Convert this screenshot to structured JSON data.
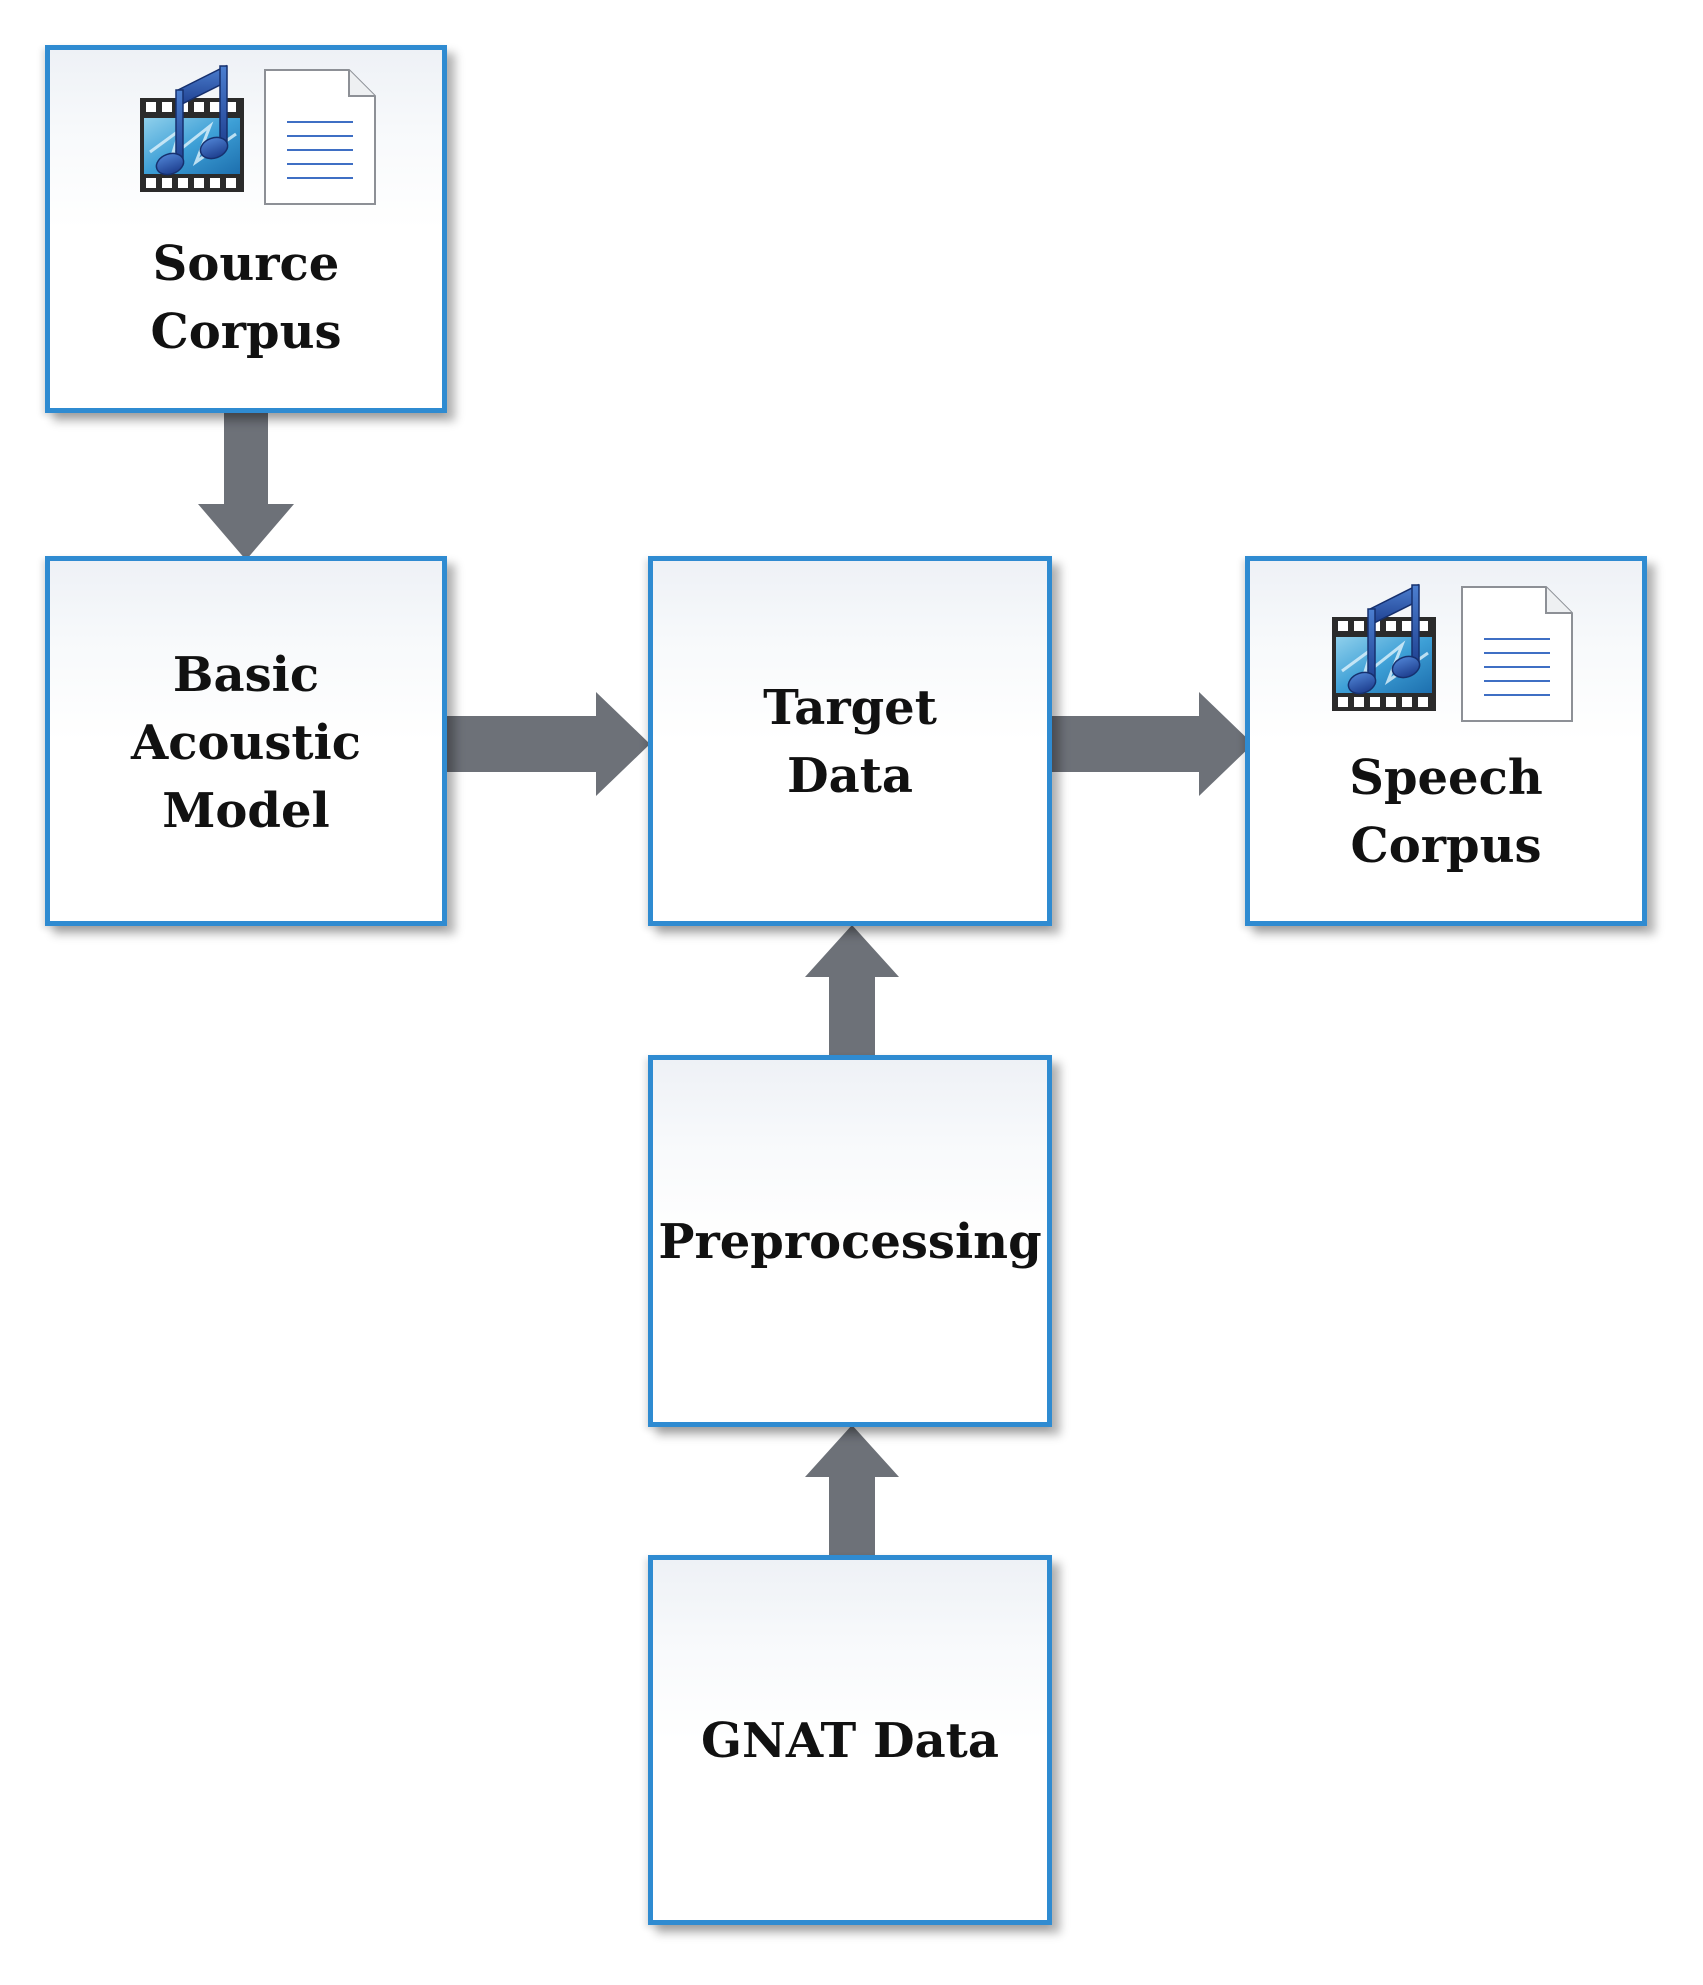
{
  "nodes": {
    "source_corpus": {
      "line1": "Source",
      "line2": "Corpus"
    },
    "basic_acoustic_model": {
      "line1": "Basic",
      "line2": "Acoustic",
      "line3": "Model"
    },
    "target_data": {
      "line1": "Target",
      "line2": "Data"
    },
    "speech_corpus": {
      "line1": "Speech",
      "line2": "Corpus"
    },
    "preprocessing": {
      "line1": "Preprocessing"
    },
    "gnat_data": {
      "line1": "GNAT Data"
    }
  },
  "icons": {
    "media": "music-film-icon",
    "document": "document-icon"
  },
  "colors": {
    "box_border": "#2f8bd1",
    "arrow": "#6d7178",
    "note_blue": "#2a5fb0"
  }
}
